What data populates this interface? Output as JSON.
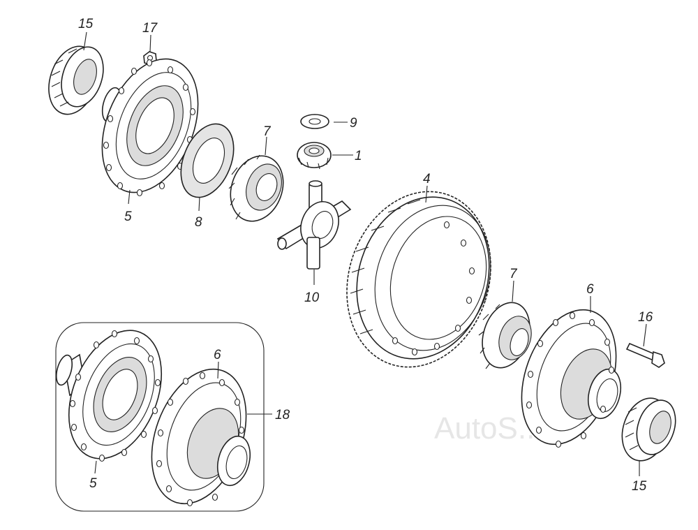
{
  "watermark": "AutoS...",
  "callouts": [
    {
      "id": "c15a",
      "text": "15"
    },
    {
      "id": "c17",
      "text": "17"
    },
    {
      "id": "c5a",
      "text": "5"
    },
    {
      "id": "c8",
      "text": "8"
    },
    {
      "id": "c9",
      "text": "9"
    },
    {
      "id": "c1",
      "text": "1"
    },
    {
      "id": "c7a",
      "text": "7"
    },
    {
      "id": "c10",
      "text": "10"
    },
    {
      "id": "c4",
      "text": "4"
    },
    {
      "id": "c7b",
      "text": "7"
    },
    {
      "id": "c6a",
      "text": "6"
    },
    {
      "id": "c16",
      "text": "16"
    },
    {
      "id": "c15b",
      "text": "15"
    },
    {
      "id": "c6b",
      "text": "6"
    },
    {
      "id": "c18",
      "text": "18"
    },
    {
      "id": "c5b",
      "text": "5"
    }
  ]
}
